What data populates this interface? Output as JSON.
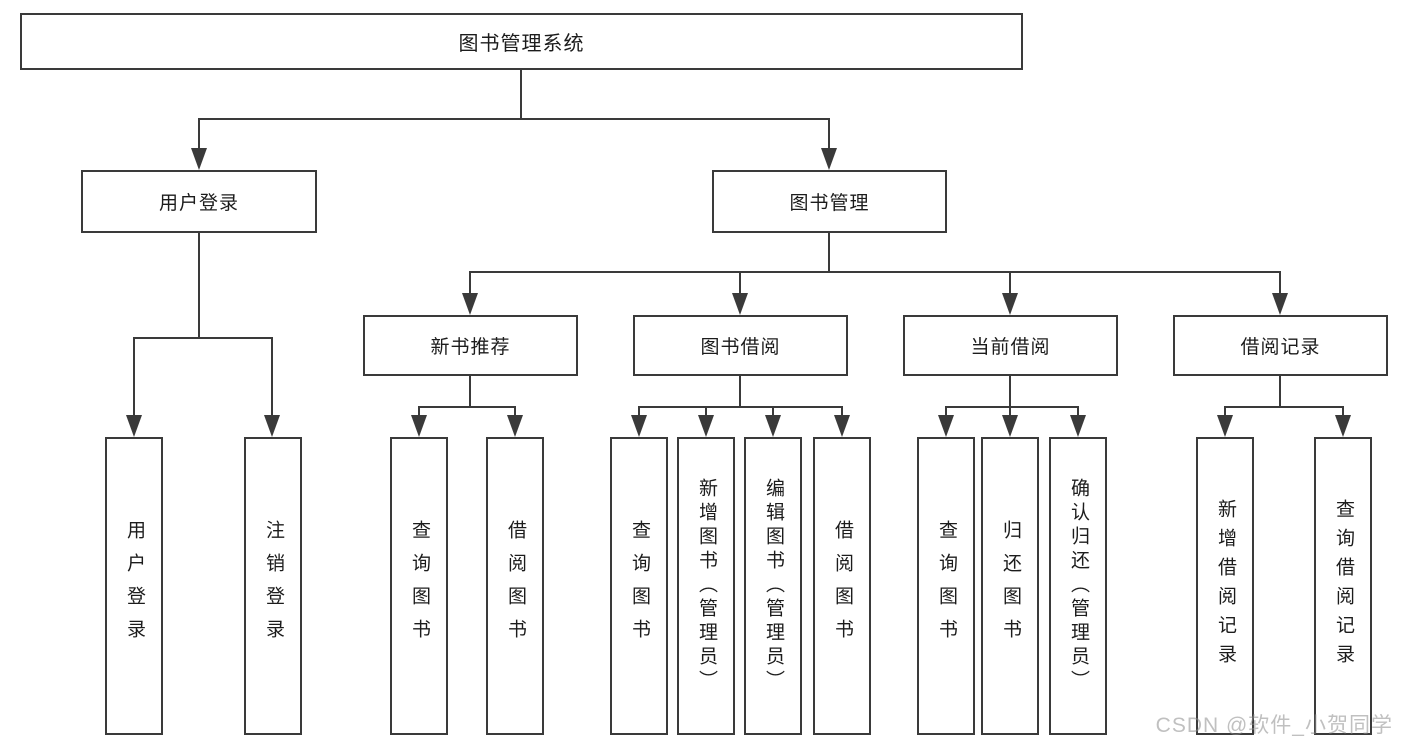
{
  "diagram_title": "图书管理系统",
  "tree": {
    "label": "图书管理系统",
    "children": [
      {
        "label": "用户登录",
        "children": [
          {
            "label": "用户登录"
          },
          {
            "label": "注销登录"
          }
        ]
      },
      {
        "label": "图书管理",
        "children": [
          {
            "label": "新书推荐",
            "children": [
              {
                "label": "查询图书"
              },
              {
                "label": "借阅图书"
              }
            ]
          },
          {
            "label": "图书借阅",
            "children": [
              {
                "label": "查询图书"
              },
              {
                "label": "新增图书（管理员）"
              },
              {
                "label": "编辑图书（管理员）"
              },
              {
                "label": "借阅图书"
              }
            ]
          },
          {
            "label": "当前借阅",
            "children": [
              {
                "label": "查询图书"
              },
              {
                "label": "归还图书"
              },
              {
                "label": "确认归还（管理员）"
              }
            ]
          },
          {
            "label": "借阅记录",
            "children": [
              {
                "label": "新增借阅记录"
              },
              {
                "label": "查询借阅记录"
              }
            ]
          }
        ]
      }
    ]
  },
  "watermark": {
    "text": "CSDN @软件_小贺同学"
  },
  "colors": {
    "line": "#3a3a3a",
    "box_border": "#3a3a3a",
    "box_fill": "#ffffff",
    "text": "#1c1c1c",
    "background": "#ffffff",
    "watermark_text": "#8c8c8c"
  }
}
